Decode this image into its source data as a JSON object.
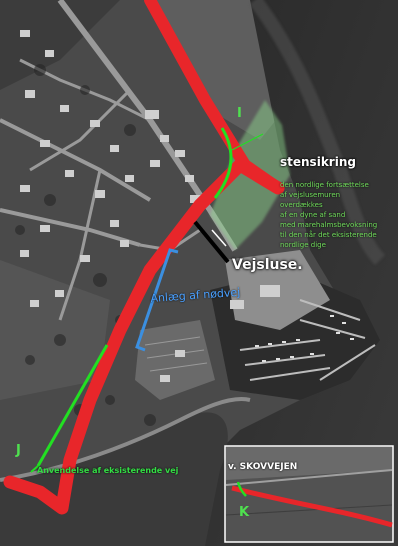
{
  "labels": {
    "stensikring": "stensikring",
    "note_lines": [
      "den nordlige fortsættelse",
      "af vejslusemuren",
      "overdækkes",
      "af en dyne af sand",
      "med marehalmsbevoksning",
      "til den når det eksisterende",
      "nordlige dige"
    ],
    "vejsluse": "Vejsluse.",
    "anlaeg": "Anlæg af nødvej",
    "anvendelse": "Anvendelse af eksisterende vej",
    "marker_i": "I",
    "marker_j": "J",
    "marker_k": "K",
    "inset_title": "v. SKOVVEJEN"
  },
  "colors": {
    "route_red": "#e8262a",
    "route_green": "#22e022",
    "route_blue": "#3b8fe0",
    "label_green": "#6fdc5a",
    "label_white": "#ffffff"
  }
}
